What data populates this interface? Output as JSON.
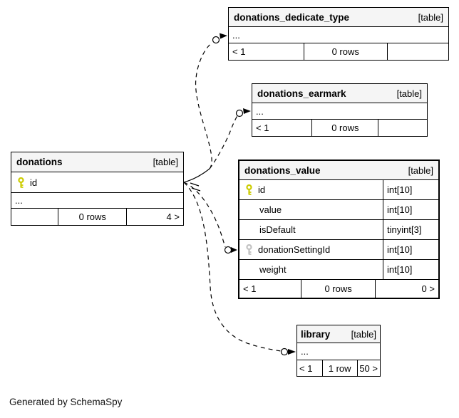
{
  "generator_note": "Generated by SchemaSpy",
  "key_colors": {
    "primary": "#cccc00",
    "foreign": "#c2c2c2"
  },
  "edge_color": "#000000",
  "tables": [
    {
      "name": "donations_dedicate_type",
      "tag": "[table]",
      "ellipsis": "...",
      "footer": {
        "children": "< 1",
        "rows": "0 rows",
        "parents": ""
      }
    },
    {
      "name": "donations_earmark",
      "tag": "[table]",
      "ellipsis": "...",
      "footer": {
        "children": "< 1",
        "rows": "0 rows",
        "parents": ""
      }
    },
    {
      "name": "donations",
      "tag": "[table]",
      "ellipsis": "...",
      "columns": [
        {
          "name": "id",
          "key": "primary"
        }
      ],
      "footer": {
        "children": "",
        "rows": "0 rows",
        "parents": "4 >"
      }
    },
    {
      "name": "donations_value",
      "tag": "[table]",
      "columns": [
        {
          "name": "id",
          "type": "int[10]",
          "key": "primary"
        },
        {
          "name": "value",
          "type": "int[10]",
          "key": ""
        },
        {
          "name": "isDefault",
          "type": "tinyint[3]",
          "key": ""
        },
        {
          "name": "donationSettingId",
          "type": "int[10]",
          "key": "foreign"
        },
        {
          "name": "weight",
          "type": "int[10]",
          "key": ""
        }
      ],
      "footer": {
        "children": "< 1",
        "rows": "0 rows",
        "parents": "0 >"
      }
    },
    {
      "name": "library",
      "tag": "[table]",
      "ellipsis": "...",
      "footer": {
        "children": "< 1",
        "rows": "1 row",
        "parents": "50 >"
      }
    }
  ]
}
